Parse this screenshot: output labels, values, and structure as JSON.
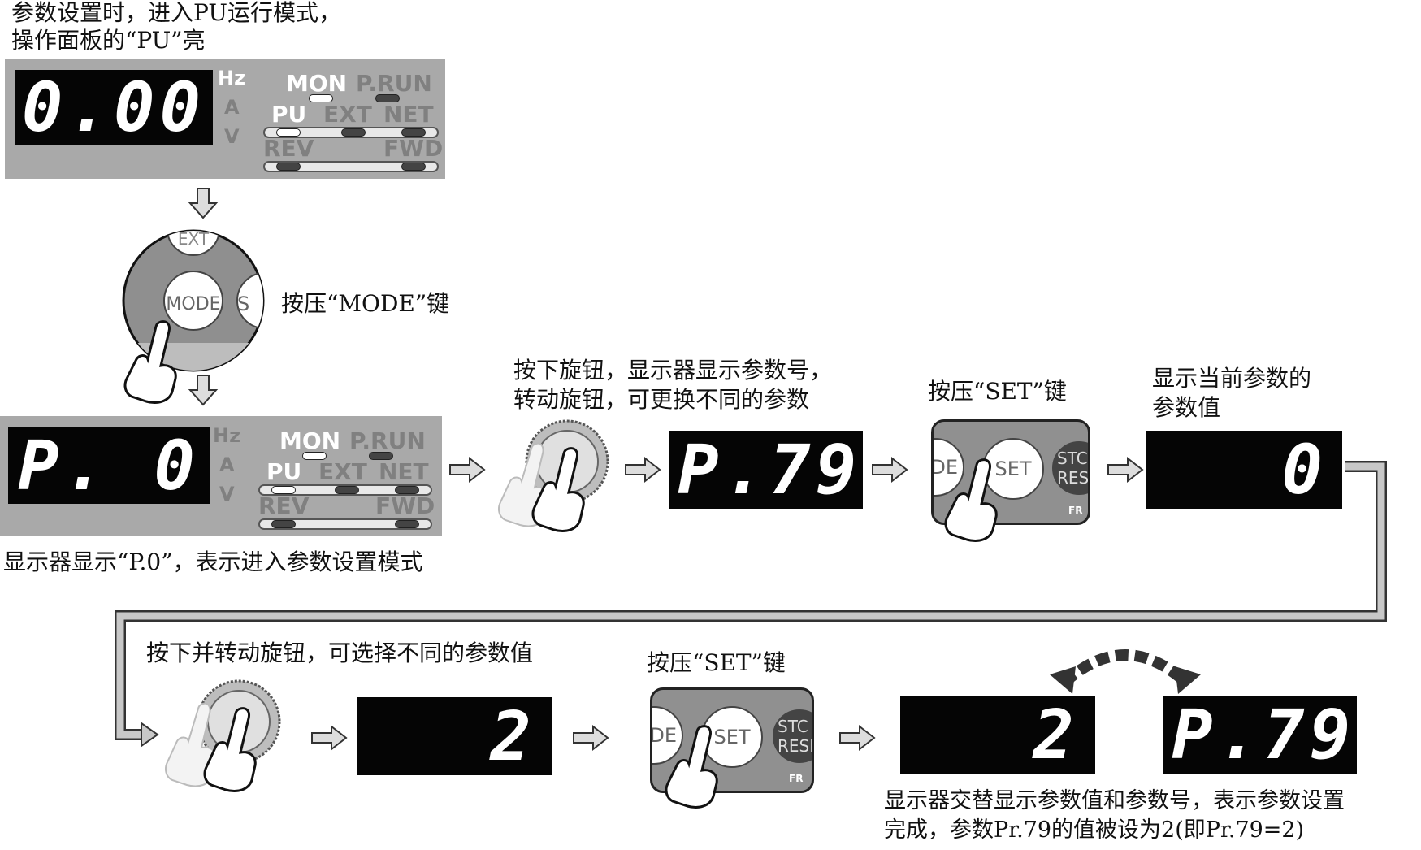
{
  "captions": {
    "top_line1": "参数设置时，进入PU运行模式，",
    "top_line2": "操作面板的“PU”亮",
    "press_mode": "按压“MODE”键",
    "display_p0": "显示器显示“P.0”，表示进入参数设置模式",
    "knob_line1": "按下旋钮，显示器显示参数号，",
    "knob_line2": "转动旋钮，可更换不同的参数",
    "press_set_1": "按压“SET”键",
    "current_value_line1": "显示当前参数的",
    "current_value_line2": "参数值",
    "knob_select": "按下并转动旋钮，可选择不同的参数值",
    "press_set_2": "按压“SET”键",
    "final_line1": "显示器交替显示参数值和参数号，表示参数设置",
    "final_line2": "完成，参数Pr.79的值被设为2(即Pr.79=2)"
  },
  "panel_labels": {
    "hz": "Hz",
    "a": "A",
    "v": "V",
    "mon": "MON",
    "prun": "P.RUN",
    "pu": "PU",
    "ext": "EXT",
    "net": "NET",
    "rev": "REV",
    "fwd": "FWD"
  },
  "displays": {
    "d1": "0.00",
    "d2_left": "P.",
    "d2_right": "0",
    "d3_left": "P.",
    "d3_right": "79",
    "d4": "0",
    "d5": "2",
    "d6": "2",
    "d7_left": "P.",
    "d7_right": "79"
  },
  "keys": {
    "ext": "EXT",
    "mode": "MODE",
    "s": "S",
    "ode": "ODE",
    "set": "SET",
    "stop_top": "STC",
    "stop_bottom": "RESI",
    "fr": "FR"
  },
  "colors": {
    "panel": "#a9a9a9",
    "display": "#050505",
    "connector": "#c8c8c8"
  }
}
